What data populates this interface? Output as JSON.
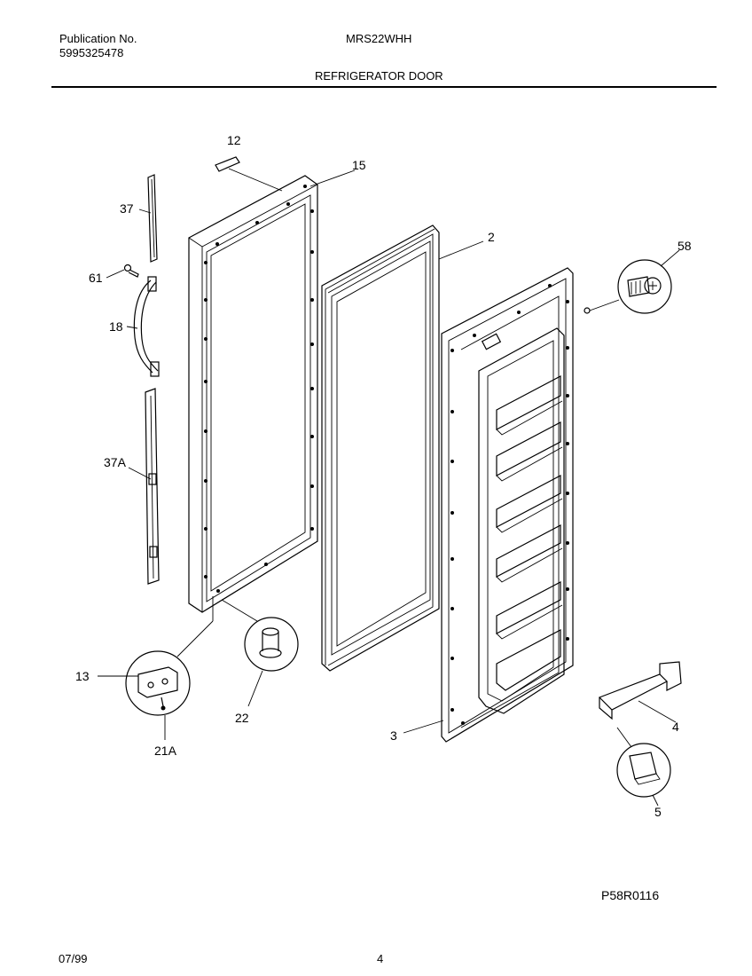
{
  "header": {
    "publication_label": "Publication No.",
    "publication_number": "5995325478",
    "model": "MRS22WHH",
    "section_title": "REFRIGERATOR DOOR"
  },
  "callouts": {
    "c12": "12",
    "c15": "15",
    "c37": "37",
    "c61": "61",
    "c18": "18",
    "c37a": "37A",
    "c2": "2",
    "c58": "58",
    "c13": "13",
    "c21a": "21A",
    "c22": "22",
    "c3": "3",
    "c4": "4",
    "c5": "5"
  },
  "footer": {
    "figure_code": "P58R0116",
    "date": "07/99",
    "page_number": "4"
  }
}
